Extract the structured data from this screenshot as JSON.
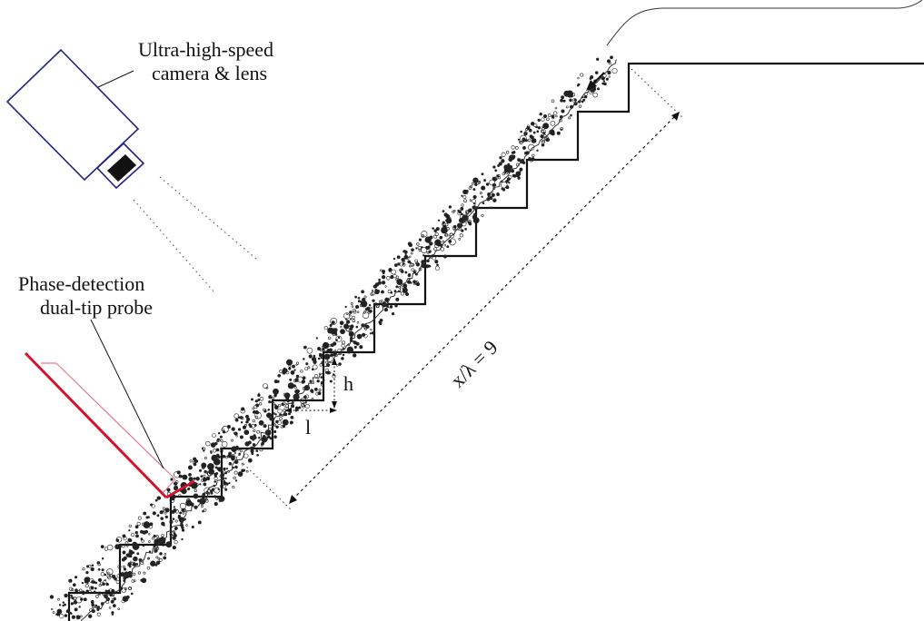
{
  "labels": {
    "camera_line1": "Ultra-high-speed",
    "camera_line2": "camera & lens",
    "probe_line1": "Phase-detection",
    "probe_line2": "dual-tip probe",
    "step_height": "h",
    "step_length": "l",
    "distance": "x/λ = 9"
  },
  "colors": {
    "probe": "#d4122b",
    "probe_outline": "#e67a86",
    "camera": "#222288",
    "lens": "#111111",
    "steps": "#111111",
    "flow": "#222222"
  }
}
